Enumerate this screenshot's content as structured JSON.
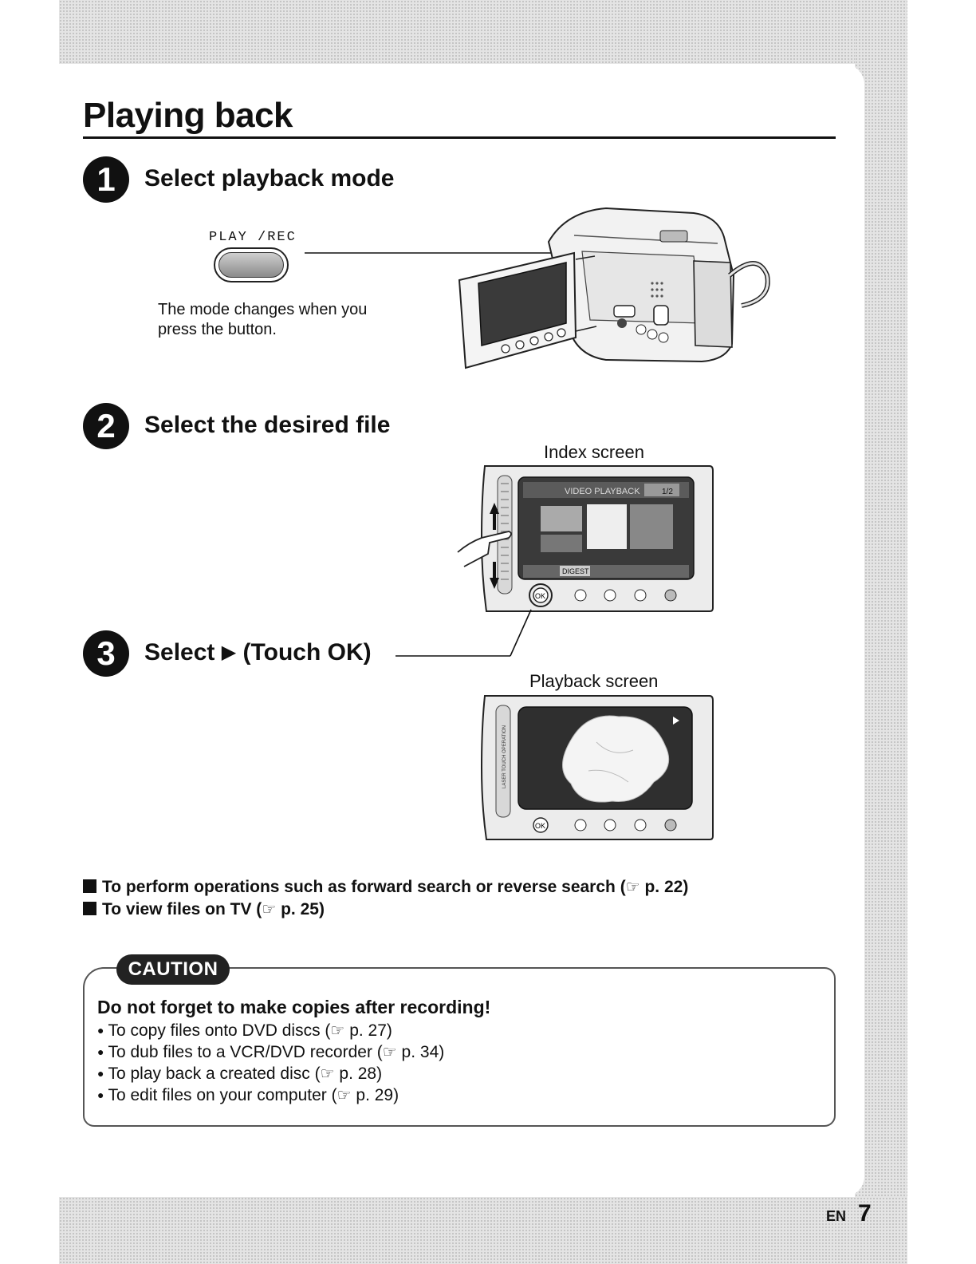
{
  "page": {
    "title": "Playing back",
    "language": "EN",
    "page_number": "7"
  },
  "steps": [
    {
      "number": "1",
      "title": "Select playback mode"
    },
    {
      "number": "2",
      "title": "Select the desired file"
    },
    {
      "number": "3",
      "title_prefix": "Select",
      "title_suffix": "(Touch OK)"
    }
  ],
  "step1": {
    "button_label": "PLAY /REC",
    "note": "The mode changes when you press the button."
  },
  "index_screen": {
    "caption": "Index screen",
    "header": "VIDEO PLAYBACK",
    "page_indicator": "1/2",
    "digest_label": "DIGEST",
    "ok_label": "OK"
  },
  "playback_screen": {
    "caption": "Playback screen",
    "side_label": "LASER TOUCH OPERATION",
    "ok_label": "OK"
  },
  "notes": [
    {
      "text": "To perform operations such as forward search or reverse search (",
      "page": "p. 22)"
    },
    {
      "text": "To view files on TV (",
      "page": "p. 25)"
    }
  ],
  "caution": {
    "badge": "CAUTION",
    "heading": "Do not forget to make copies after recording!",
    "items": [
      {
        "text": "To copy files onto DVD discs (",
        "page": "p. 27)"
      },
      {
        "text": "To dub files to a VCR/DVD recorder (",
        "page": "p. 34)"
      },
      {
        "text": "To play back a created disc (",
        "page": "p. 28)"
      },
      {
        "text": "To edit files on your computer (",
        "page": "p. 29)"
      }
    ]
  },
  "icons": {
    "play": "play-triangle-icon",
    "reference": "pointing-hand-icon"
  }
}
